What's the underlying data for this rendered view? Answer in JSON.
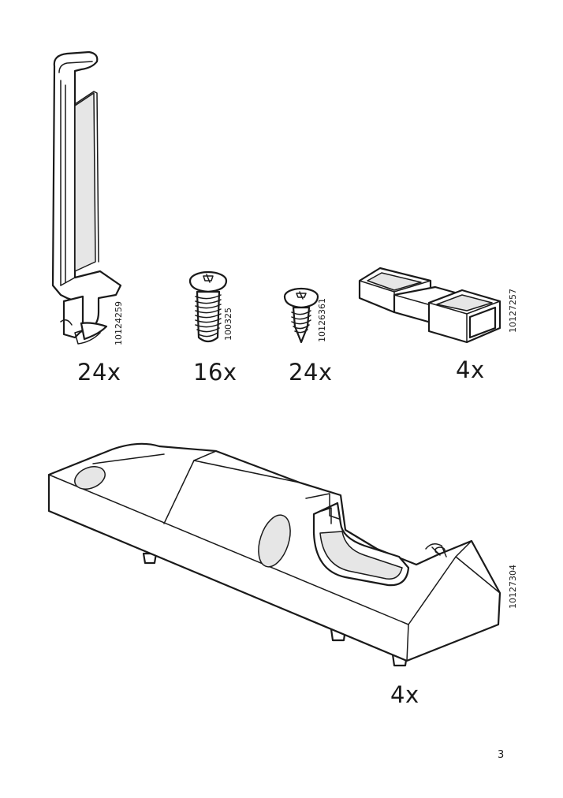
{
  "parts": [
    {
      "id": "bracket",
      "article": "10124259",
      "quantity": "24x"
    },
    {
      "id": "screw-long",
      "article": "100325",
      "quantity": "16x"
    },
    {
      "id": "screw-short",
      "article": "10126361",
      "quantity": "24x"
    },
    {
      "id": "connector",
      "article": "10127257",
      "quantity": "4x"
    },
    {
      "id": "base-foot",
      "article": "10127304",
      "quantity": "4x"
    }
  ],
  "page_number": "3"
}
